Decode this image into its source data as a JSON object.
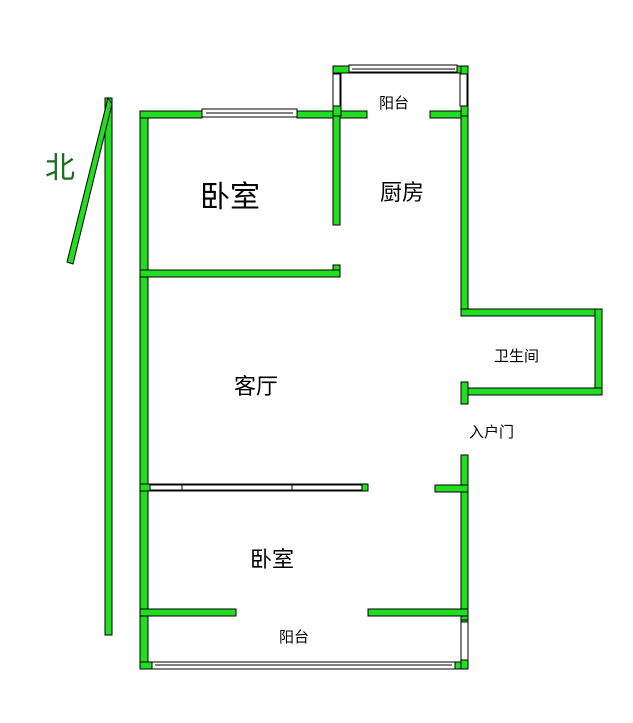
{
  "plan": {
    "north": "北",
    "rooms": {
      "bedroom_top": "卧室",
      "kitchen": "厨房",
      "balcony_top": "阳台",
      "living_room": "客厅",
      "bathroom": "卫生间",
      "entrance": "入户门",
      "bedroom_bottom": "卧室",
      "balcony_bottom": "阳台"
    },
    "colors": {
      "wall": "#22dd22",
      "wall_edge": "#000000",
      "window": "#ffffff",
      "north_arrow": "#22dd22"
    }
  }
}
